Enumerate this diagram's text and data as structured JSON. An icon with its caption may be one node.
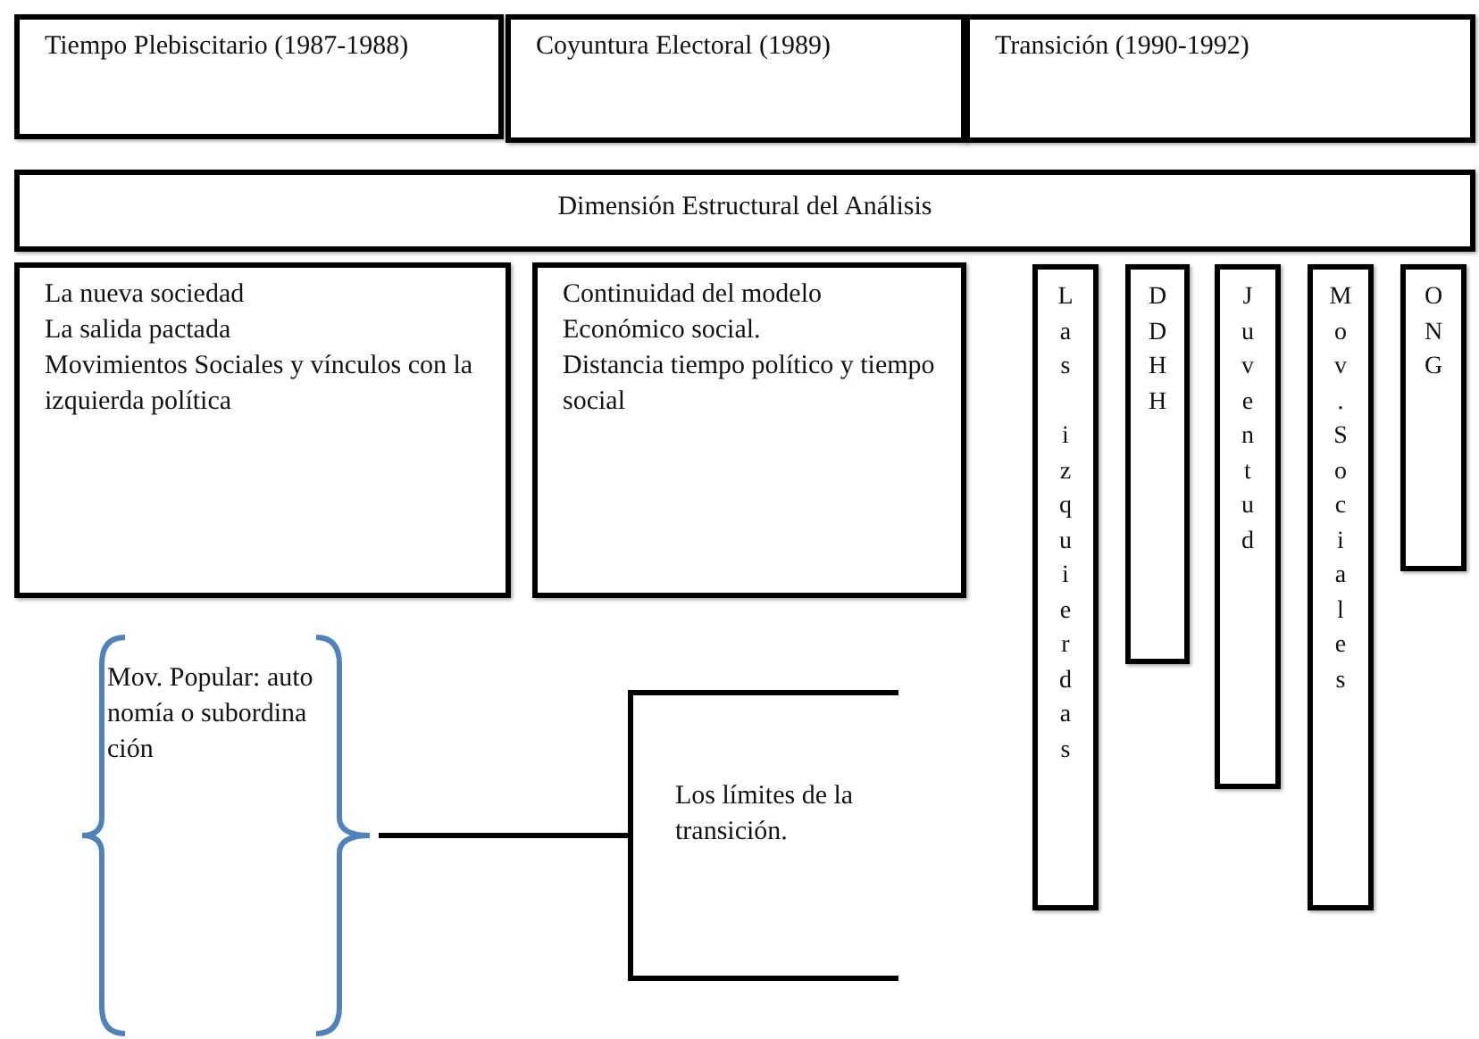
{
  "diagram": {
    "nodes": [
      {
        "text": [
          "Tiempo Plebiscitario (1987-1988)"
        ]
      },
      {
        "text": [
          "Coyuntura Electoral (1989)"
        ]
      },
      {
        "text": [
          "Transición (1990-1992)"
        ]
      },
      {
        "text": [
          "Dimensión Estructural del Análisis"
        ]
      },
      {
        "text": [
          "La nueva sociedad",
          "La salida pactada",
          "Movimientos Sociales y vínculos con la izquierda política"
        ]
      },
      {
        "text": [
          "Continuidad del modelo Económico social.",
          "Distancia tiempo político y tiempo social"
        ]
      },
      {
        "text": [
          "Las izquierdas"
        ]
      },
      {
        "text": [
          "DDHH"
        ]
      },
      {
        "text": [
          "Juventud"
        ]
      },
      {
        "text": [
          "Mov.Sociales"
        ]
      },
      {
        "text": [
          "ONG"
        ]
      },
      {
        "text": [
          "Mov. Popular: autonomía o subordinación"
        ]
      },
      {
        "text": [
          "Los límites de la transición."
        ]
      }
    ],
    "edges": [
      {
        "from": 11,
        "to": 12,
        "arrow": "none"
      }
    ]
  }
}
